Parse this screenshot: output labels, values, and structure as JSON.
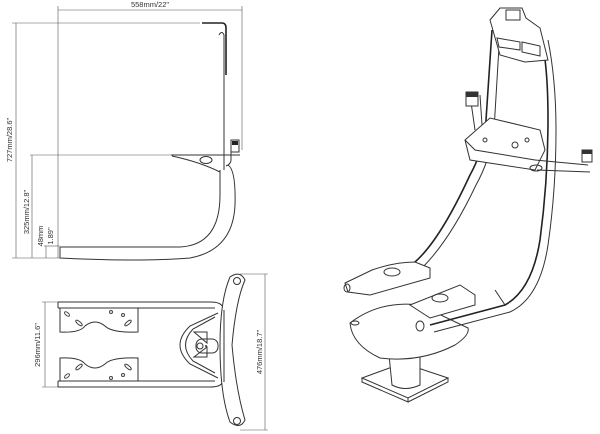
{
  "side_view": {
    "width_label": "558mm/22\"",
    "height_label": "727mm/28.6\"",
    "seat_height_label": "325mm/12.8\"",
    "foot_height_label_mm": "48mm",
    "foot_height_label_in": "1.89\""
  },
  "top_view": {
    "inner_width_label": "296mm/11.6\"",
    "overall_width_label": "476mm/18.7\""
  },
  "colors": {
    "line": "#333333",
    "background": "#ffffff"
  }
}
